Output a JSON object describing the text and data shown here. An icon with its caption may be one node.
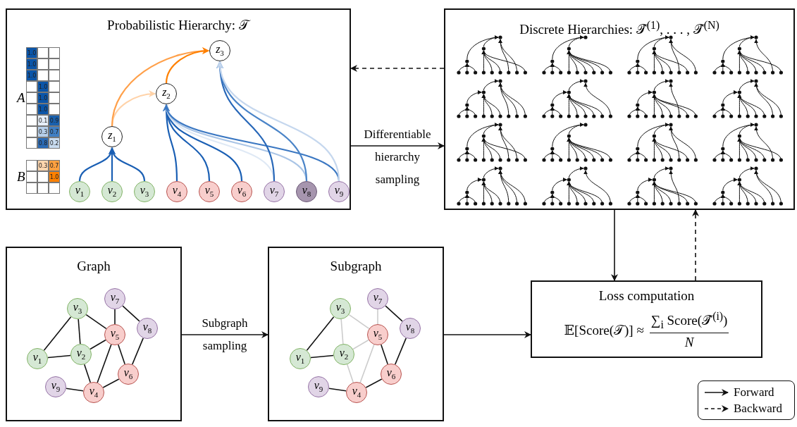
{
  "diagram": {
    "nodes": [
      {
        "text": [
          "Probabilistic Hierarchy: 𝒯"
        ]
      },
      {
        "text": [
          "*z*$_{1}$"
        ],
        "in": 0
      },
      {
        "text": [
          "*z*$_{2}$"
        ],
        "in": 0
      },
      {
        "text": [
          "*z*$_{3}$"
        ],
        "in": 0
      },
      {
        "text": [
          "*v*$_{1}$"
        ],
        "in": 0
      },
      {
        "text": [
          "*v*$_{2}$"
        ],
        "in": 0
      },
      {
        "text": [
          "*v*$_{3}$"
        ],
        "in": 0
      },
      {
        "text": [
          "*v*$_{4}$"
        ],
        "in": 0
      },
      {
        "text": [
          "*v*$_{5}$"
        ],
        "in": 0
      },
      {
        "text": [
          "*v*$_{6}$"
        ],
        "in": 0
      },
      {
        "text": [
          "*v*$_{7}$"
        ],
        "in": 0
      },
      {
        "text": [
          "*v*$_{8}$"
        ],
        "in": 0
      },
      {
        "text": [
          "*v*$_{9}$"
        ],
        "in": 0
      },
      {
        "text": [
          "Discrete Hierarchies: 𝒯̂$^{(1)}$, . . . , 𝒯̂$^{(N)}$"
        ]
      },
      {
        "text": [
          "Graph"
        ]
      },
      {
        "text": [
          "*v*$_{1}$"
        ],
        "in": 14
      },
      {
        "text": [
          "*v*$_{2}$"
        ],
        "in": 14
      },
      {
        "text": [
          "*v*$_{3}$"
        ],
        "in": 14
      },
      {
        "text": [
          "*v*$_{4}$"
        ],
        "in": 14
      },
      {
        "text": [
          "*v*$_{5}$"
        ],
        "in": 14
      },
      {
        "text": [
          "*v*$_{6}$"
        ],
        "in": 14
      },
      {
        "text": [
          "*v*$_{7}$"
        ],
        "in": 14
      },
      {
        "text": [
          "*v*$_{8}$"
        ],
        "in": 14
      },
      {
        "text": [
          "*v*$_{9}$"
        ],
        "in": 14
      },
      {
        "text": [
          "Subgraph"
        ]
      },
      {
        "text": [
          "*v*$_{1}$"
        ],
        "in": 24
      },
      {
        "text": [
          "*v*$_{2}$"
        ],
        "in": 24
      },
      {
        "text": [
          "*v*$_{3}$"
        ],
        "in": 24
      },
      {
        "text": [
          "*v*$_{4}$"
        ],
        "in": 24
      },
      {
        "text": [
          "*v*$_{5}$"
        ],
        "in": 24
      },
      {
        "text": [
          "*v*$_{6}$"
        ],
        "in": 24
      },
      {
        "text": [
          "*v*$_{7}$"
        ],
        "in": 24
      },
      {
        "text": [
          "*v*$_{8}$"
        ],
        "in": 24
      },
      {
        "text": [
          "*v*$_{9}$"
        ],
        "in": 24
      },
      {
        "text": [
          "Loss computation",
          "𝔼[Score(𝒯)] ≈",
          "∑$_{i}$ Score(𝒯̂$^{(i)}$)",
          "*N*"
        ]
      }
    ],
    "edges": [
      {
        "from": 4,
        "to": 1,
        "arrow": "to",
        "color": "#1a5fb4"
      },
      {
        "from": 5,
        "to": 1,
        "arrow": "to",
        "color": "#1a5fb4"
      },
      {
        "from": 6,
        "to": 1,
        "arrow": "to",
        "color": "#1a5fb4"
      },
      {
        "from": 1,
        "to": 2,
        "arrow": "to",
        "color": "#ffd2a8"
      },
      {
        "from": 1,
        "to": 3,
        "arrow": "to",
        "color": "#ffa04a"
      },
      {
        "from": 2,
        "to": 3,
        "arrow": "to",
        "color": "#ff8000"
      },
      {
        "from": 7,
        "to": 2,
        "arrow": "to",
        "color": "#1a5fb4"
      },
      {
        "from": 8,
        "to": 2,
        "arrow": "to",
        "color": "#1a5fb4"
      },
      {
        "from": 9,
        "to": 2,
        "arrow": "to",
        "color": "#1a5fb4"
      },
      {
        "from": 10,
        "to": 2,
        "arrow": "to",
        "color": "#dfe9f5"
      },
      {
        "from": 11,
        "to": 2,
        "arrow": "to",
        "color": "#aac5e6"
      },
      {
        "from": 12,
        "to": 2,
        "arrow": "to",
        "color": "#3a77c2"
      },
      {
        "from": 10,
        "to": 3,
        "arrow": "to",
        "color": "#2767b8"
      },
      {
        "from": 11,
        "to": 3,
        "arrow": "to",
        "color": "#4a84c8"
      },
      {
        "from": 12,
        "to": 3,
        "arrow": "to",
        "color": "#c5d7ee"
      },
      {
        "from": 13,
        "to": 0,
        "arrow": "to",
        "style": "dashed"
      },
      {
        "from": 0,
        "to": 13,
        "arrow": "to",
        "label": "Differentiable hierarchy sampling"
      },
      {
        "from": 13,
        "to": 34,
        "arrow": "to"
      },
      {
        "from": 34,
        "to": 13,
        "arrow": "to",
        "style": "dashed"
      },
      {
        "from": 14,
        "to": 24,
        "arrow": "to",
        "label": "Subgraph sampling"
      },
      {
        "from": 24,
        "to": 34,
        "arrow": "to"
      },
      {
        "from": 15,
        "to": 17,
        "arrow": "none"
      },
      {
        "from": 15,
        "to": 16,
        "arrow": "none"
      },
      {
        "from": 17,
        "to": 16,
        "arrow": "none"
      },
      {
        "from": 17,
        "to": 19,
        "arrow": "none"
      },
      {
        "from": 16,
        "to": 19,
        "arrow": "none"
      },
      {
        "from": 16,
        "to": 18,
        "arrow": "none"
      },
      {
        "from": 19,
        "to": 18,
        "arrow": "none"
      },
      {
        "from": 19,
        "to": 20,
        "arrow": "none"
      },
      {
        "from": 21,
        "to": 19,
        "arrow": "none"
      },
      {
        "from": 21,
        "to": 22,
        "arrow": "none"
      },
      {
        "from": 22,
        "to": 20,
        "arrow": "none"
      },
      {
        "from": 18,
        "to": 20,
        "arrow": "none"
      },
      {
        "from": 23,
        "to": 18,
        "arrow": "none"
      },
      {
        "from": 25,
        "to": 27,
        "arrow": "none"
      },
      {
        "from": 25,
        "to": 26,
        "arrow": "none"
      },
      {
        "from": 27,
        "to": 26,
        "arrow": "none",
        "color": "#cccccc"
      },
      {
        "from": 27,
        "to": 29,
        "arrow": "none",
        "color": "#cccccc"
      },
      {
        "from": 26,
        "to": 29,
        "arrow": "none",
        "color": "#cccccc"
      },
      {
        "from": 26,
        "to": 28,
        "arrow": "none",
        "color": "#cccccc"
      },
      {
        "from": 29,
        "to": 28,
        "arrow": "none",
        "color": "#cccccc"
      },
      {
        "from": 29,
        "to": 30,
        "arrow": "none"
      },
      {
        "from": 31,
        "to": 29,
        "arrow": "none",
        "color": "#cccccc"
      },
      {
        "from": 31,
        "to": 32,
        "arrow": "none"
      },
      {
        "from": 32,
        "to": 30,
        "arrow": "none"
      },
      {
        "from": 28,
        "to": 30,
        "arrow": "none"
      },
      {
        "from": 33,
        "to": 28,
        "arrow": "none"
      }
    ],
    "labels": [
      "1.0",
      "1.0",
      "1.0",
      "1.0",
      "1.0",
      "1.0",
      "0.1",
      "0.9",
      "0.3",
      "0.7",
      "0.8",
      "0.2",
      "*A*",
      "0.3",
      "0.7",
      "1.0",
      "*B*"
    ],
    "legend": [
      {
        "text": "Forward"
      },
      {
        "text": "Backward"
      }
    ]
  }
}
